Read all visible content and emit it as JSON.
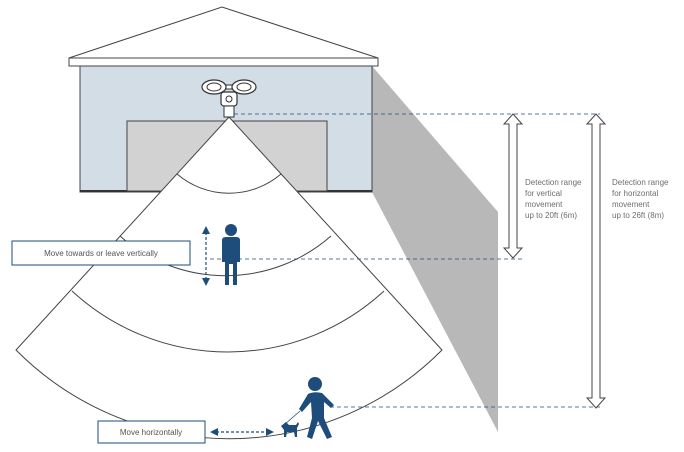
{
  "labels": {
    "vertical_move": "Move towards or leave vertically",
    "horizontal_move": "Move horizontally",
    "vertical_range": [
      "Detection range",
      "for vertical",
      "movement",
      "up to 20ft (6m)"
    ],
    "horizontal_range": [
      "Detection range",
      "for horizontal",
      "movement",
      "up to 26ft (8m)"
    ]
  },
  "colors": {
    "figure": "#1e4d7b",
    "wall": "#d3dde6",
    "garage_door": "#d2d2d2",
    "side_shade": "#b8b8b8",
    "line": "#444444"
  },
  "icons": [
    "floodlight-camera-icon",
    "standing-person-icon",
    "walking-person-icon",
    "dog-icon",
    "vertical-arrow-icon",
    "horizontal-arrow-icon"
  ]
}
